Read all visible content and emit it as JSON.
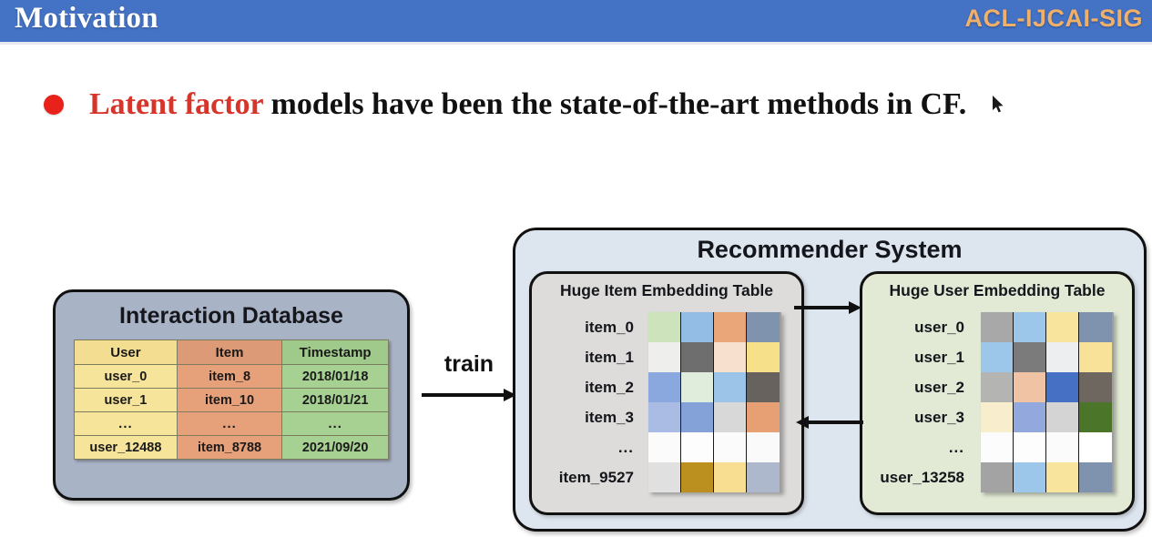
{
  "header": {
    "title": "Motivation",
    "logo": "ACL-IJCAI-SIG",
    "bar_color": "#4472c4",
    "logo_color": "#f0b06a"
  },
  "bullet": {
    "dot_color": "#e8211b",
    "highlight": "Latent factor",
    "highlight_color": "#d5352b",
    "rest": " models have been the state-of-the-art methods in CF.",
    "full_text": "Latent factor models have been the state-of-the-art methods in CF."
  },
  "cursor": {
    "icon": "mouse-pointer-icon"
  },
  "database": {
    "title": "Interaction Database",
    "panel_color": "#a9b3c6",
    "columns": [
      "User",
      "Item",
      "Timestamp"
    ],
    "column_colors": [
      "#f6e49a",
      "#e6a07a",
      "#a7d193"
    ],
    "rows": [
      [
        "user_0",
        "item_8",
        "2018/01/18"
      ],
      [
        "user_1",
        "item_10",
        "2018/01/21"
      ],
      [
        "...",
        "...",
        "..."
      ],
      [
        "user_12488",
        "item_8788",
        "2021/09/20"
      ]
    ]
  },
  "train": {
    "label": "train",
    "arrow": "arrow-right-icon"
  },
  "recommender": {
    "title": "Recommender System",
    "panel_color": "#dde5ef",
    "item_table": {
      "title": "Huge Item Embedding Table",
      "panel_color": "#dedcda",
      "row_labels": [
        "item_0",
        "item_1",
        "item_2",
        "item_3",
        "...",
        "item_9527"
      ],
      "grid": [
        [
          "#cde3bb",
          "#93bde4",
          "#eaa678",
          "#7f93ae"
        ],
        [
          "#eeeeec",
          "#6e6e6e",
          "#f7e0cd",
          "#f7e08a"
        ],
        [
          "#8aa8de",
          "#e0ecdc",
          "#9cc3e8",
          "#67625e"
        ],
        [
          "#aabbe4",
          "#84a2d8",
          "#d8d8d8",
          "#e7a073"
        ],
        [
          "#fbfbfb",
          "#fdfdfd",
          "#fbfbfb",
          "#fafafa"
        ],
        [
          "#e0e0e0",
          "#bb901e",
          "#f7de91",
          "#adb8cd"
        ]
      ]
    },
    "user_table": {
      "title": "Huge User Embedding Table",
      "panel_color": "#e2ead6",
      "row_labels": [
        "user_0",
        "user_1",
        "user_2",
        "user_3",
        "...",
        "user_13258"
      ],
      "grid": [
        [
          "#a8a8a8",
          "#9cc6ea",
          "#f8e49d",
          "#7f93ae"
        ],
        [
          "#9cc6ea",
          "#7b7b7b",
          "#edeef0",
          "#f8e29a"
        ],
        [
          "#b4b4b2",
          "#f0c3a4",
          "#4670c4",
          "#6d6760"
        ],
        [
          "#f8eecd",
          "#93a9de",
          "#d4d4d4",
          "#4b7528"
        ],
        [
          "#fcfcfc",
          "#fdfdfd",
          "#fbfbfb",
          "#ffffff"
        ],
        [
          "#a3a3a3",
          "#9cc6ea",
          "#f8e49d",
          "#7f93ae"
        ]
      ]
    },
    "sync_arrows": [
      "arrow-right-icon",
      "arrow-left-icon"
    ]
  }
}
